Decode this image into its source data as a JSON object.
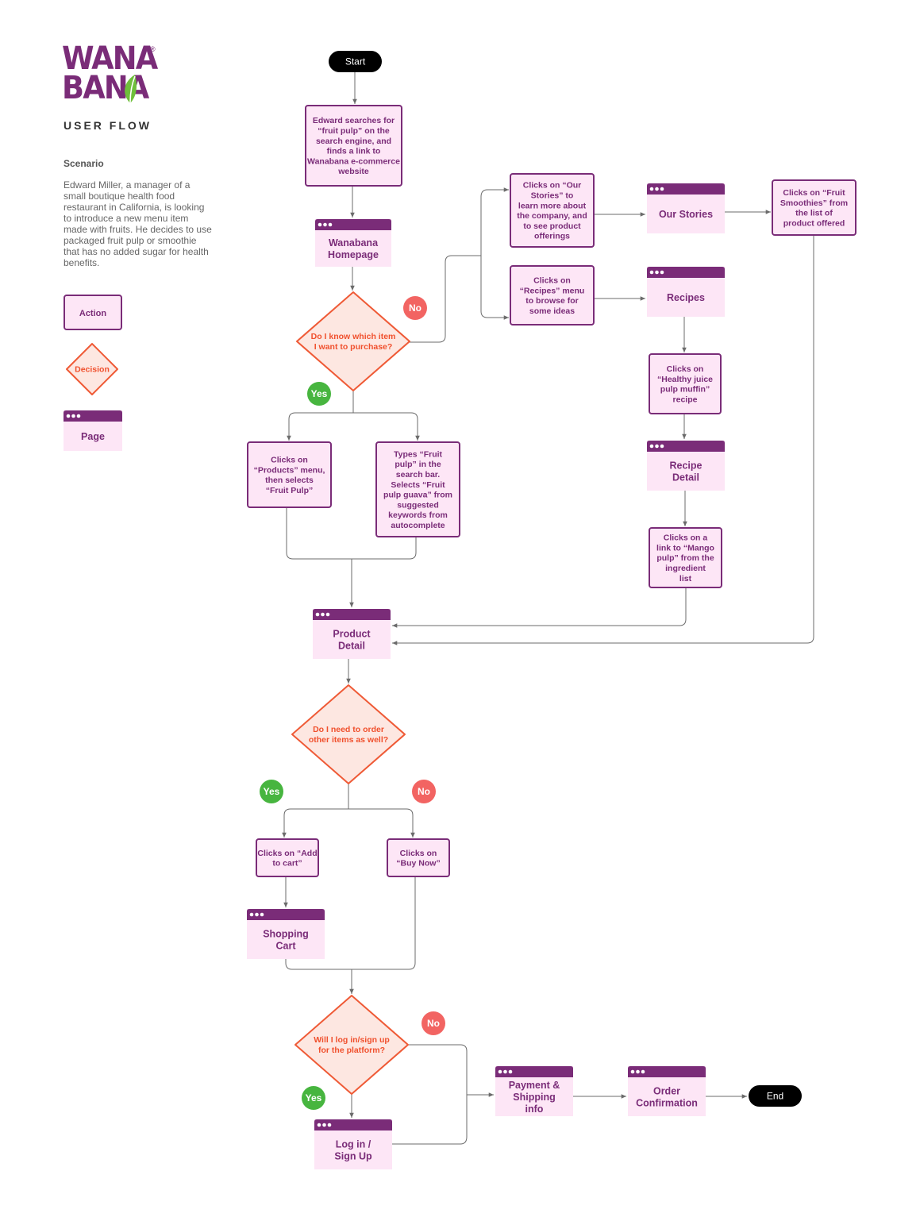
{
  "brand": {
    "logo_line1": "WANA",
    "logo_line2": "BANA",
    "registered": "®"
  },
  "heading": "USER FLOW",
  "scenario": {
    "title": "Scenario",
    "text": "Edward Miller, a manager of a small boutique health food restaurant in California, is looking to introduce a new menu item made with fruits. He decides to use packaged fruit pulp or smoothie that has no added sugar for health benefits."
  },
  "legend": {
    "action": "Action",
    "decision": "Decision",
    "page": "Page"
  },
  "colors": {
    "purple": "#7a2c78",
    "page_fill": "#fde6f6",
    "decision_stroke": "#ef5a36",
    "decision_fill": "#fde7e1",
    "decision_text": "#f0502d",
    "yes": "#47b53f",
    "no": "#f26462",
    "terminal": "#000000",
    "line": "#6b6b6b"
  },
  "terminals": {
    "start": "Start",
    "end": "End"
  },
  "actions": {
    "search": "Edward searches for “fruit pulp” on the search engine, and finds a link to Wanabana e-commerce website",
    "our_stories_menu": "Clicks on “Our Stories” to learn more about the company, and to see product offerings",
    "recipes_menu": "Clicks on “Recipes” menu to browse for some ideas",
    "fruit_smoothies": "Clicks on “Fruit Smoothies” from the list of product offered",
    "muffin_recipe": "Clicks on “Healthy juice pulp muffin” recipe",
    "mango_link": "Clicks on a link to “Mango pulp” from the ingredient list",
    "products_menu": "Clicks on “Products” menu, then selects “Fruit Pulp”",
    "search_bar": "Types “Fruit pulp” in the search bar. Selects “Fruit pulp guava” from suggested keywords from autocomplete",
    "add_to_cart": "Clicks on “Add to cart”",
    "buy_now": "Clicks on “Buy Now”"
  },
  "pages": {
    "homepage": "Wanabana Homepage",
    "our_stories": "Our Stories",
    "recipes": "Recipes",
    "recipe_detail": "Recipe Detail",
    "product_detail": "Product Detail",
    "shopping_cart": "Shopping Cart",
    "login": "Log in / Sign Up",
    "payment": "Payment & Shipping info",
    "order_confirmation": "Order Confirmation"
  },
  "decisions": {
    "know_item": "Do I know which item I want to purchase?",
    "order_more": "Do I need to order other items as well?",
    "login": "Will I log in/sign up for the platform?"
  },
  "badges": {
    "yes": "Yes",
    "no": "No"
  }
}
